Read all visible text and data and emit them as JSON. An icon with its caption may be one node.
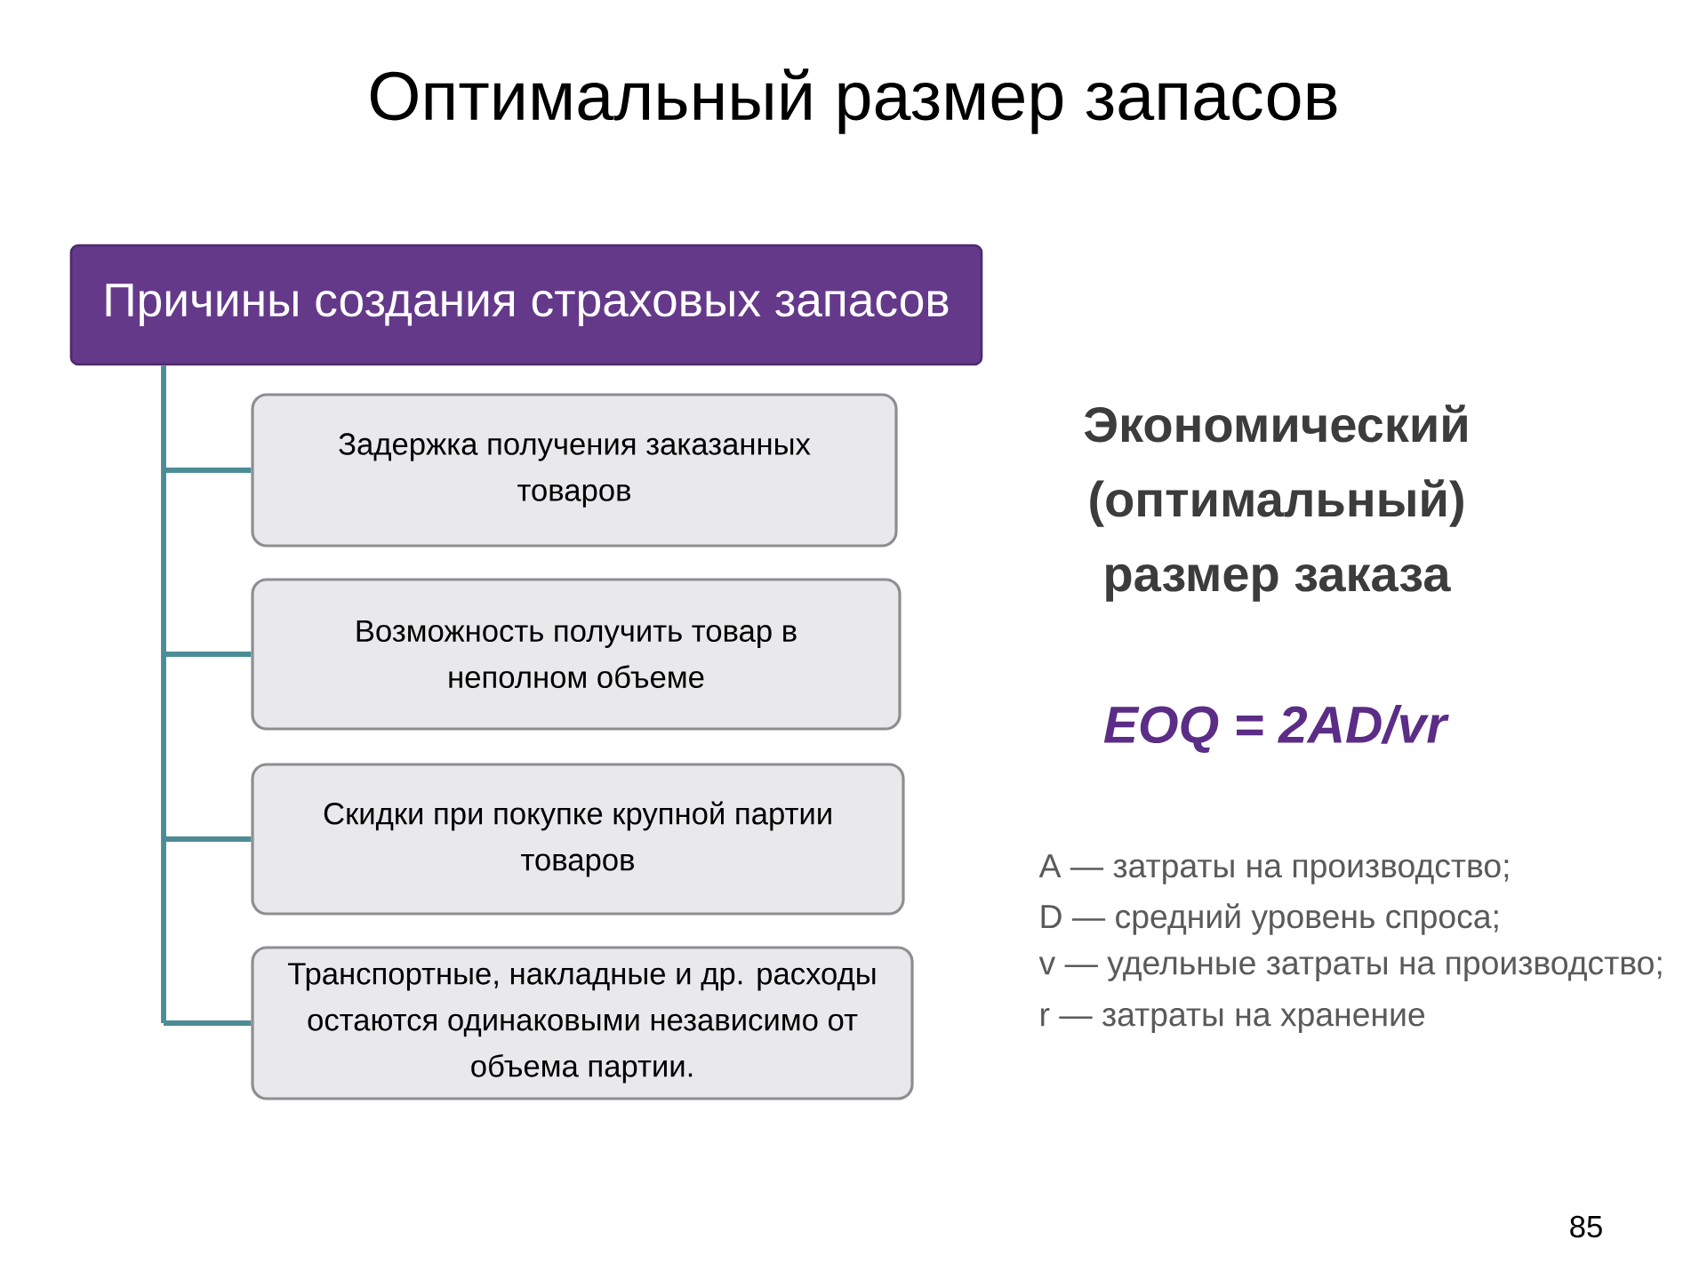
{
  "diagram": {
    "title": "Оптимальный размер запасов",
    "nodes": [
      {
        "text": [
          "Причины создания страховых запасов"
        ]
      },
      {
        "text": [
          "Задержка получения заказанных товаров"
        ]
      },
      {
        "text": [
          "Возможность получить товар в неполном объеме"
        ]
      },
      {
        "text": [
          "Скидки при покупке крупной партии товаров"
        ]
      },
      {
        "text": [
          "Транспортные, накладные и др. расходы остаются одинаковыми независимо от объема партии."
        ]
      }
    ],
    "edges": [
      {
        "from": 0,
        "to": 1,
        "arrow": "none"
      },
      {
        "from": 0,
        "to": 2,
        "arrow": "none"
      },
      {
        "from": 0,
        "to": 3,
        "arrow": "none"
      },
      {
        "from": 0,
        "to": 4,
        "arrow": "none"
      }
    ],
    "labels": [
      "Экономический (оптимальный) размер заказа",
      "EOQ = 2AD/vr",
      "A — затраты на производство;",
      "D — средний уровень спроса;",
      "v — удельные затраты на производство;",
      "r — затраты на хранение",
      "85"
    ]
  }
}
